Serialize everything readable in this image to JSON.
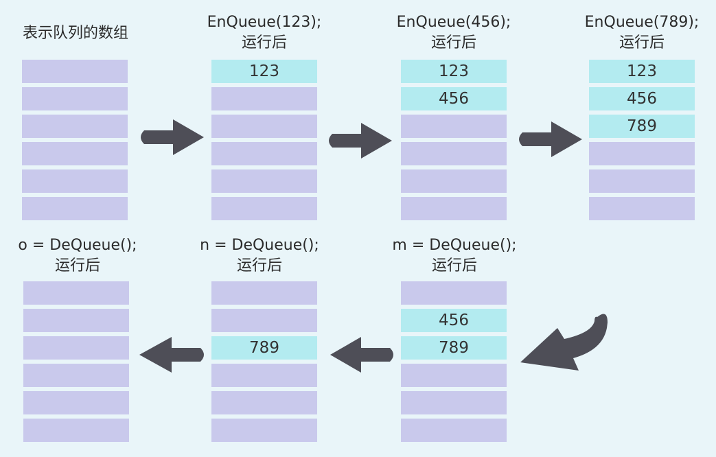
{
  "colors": {
    "background": "#e9f5f9",
    "empty_slot": "#c9c9ec",
    "filled_slot": "#b3ebf0",
    "arrow": "#4e4e57",
    "text": "#2b2b2b"
  },
  "panels": [
    {
      "caption": [
        "表示队列的数组"
      ],
      "slots": [
        "",
        "",
        "",
        "",
        "",
        ""
      ]
    },
    {
      "caption": [
        "EnQueue(123);",
        "运行后"
      ],
      "slots": [
        "123",
        "",
        "",
        "",
        "",
        ""
      ]
    },
    {
      "caption": [
        "EnQueue(456);",
        "运行后"
      ],
      "slots": [
        "123",
        "456",
        "",
        "",
        "",
        ""
      ]
    },
    {
      "caption": [
        "EnQueue(789);",
        "运行后"
      ],
      "slots": [
        "123",
        "456",
        "789",
        "",
        "",
        ""
      ]
    },
    {
      "caption": [
        "m = DeQueue();",
        "运行后"
      ],
      "slots": [
        "",
        "456",
        "789",
        "",
        "",
        ""
      ]
    },
    {
      "caption": [
        "n = DeQueue();",
        "运行后"
      ],
      "slots": [
        "",
        "",
        "789",
        "",
        "",
        ""
      ]
    },
    {
      "caption": [
        "o = DeQueue();",
        "运行后"
      ],
      "slots": [
        "",
        "",
        "",
        "",
        "",
        ""
      ]
    }
  ],
  "arrows": [
    {
      "name": "arrow-right-1",
      "icon": "arrow-right-icon"
    },
    {
      "name": "arrow-right-2",
      "icon": "arrow-right-icon"
    },
    {
      "name": "arrow-right-3",
      "icon": "arrow-right-icon"
    },
    {
      "name": "arrow-curve-down-left",
      "icon": "curved-arrow-icon"
    },
    {
      "name": "arrow-left-1",
      "icon": "arrow-left-icon"
    },
    {
      "name": "arrow-left-2",
      "icon": "arrow-left-icon"
    }
  ]
}
